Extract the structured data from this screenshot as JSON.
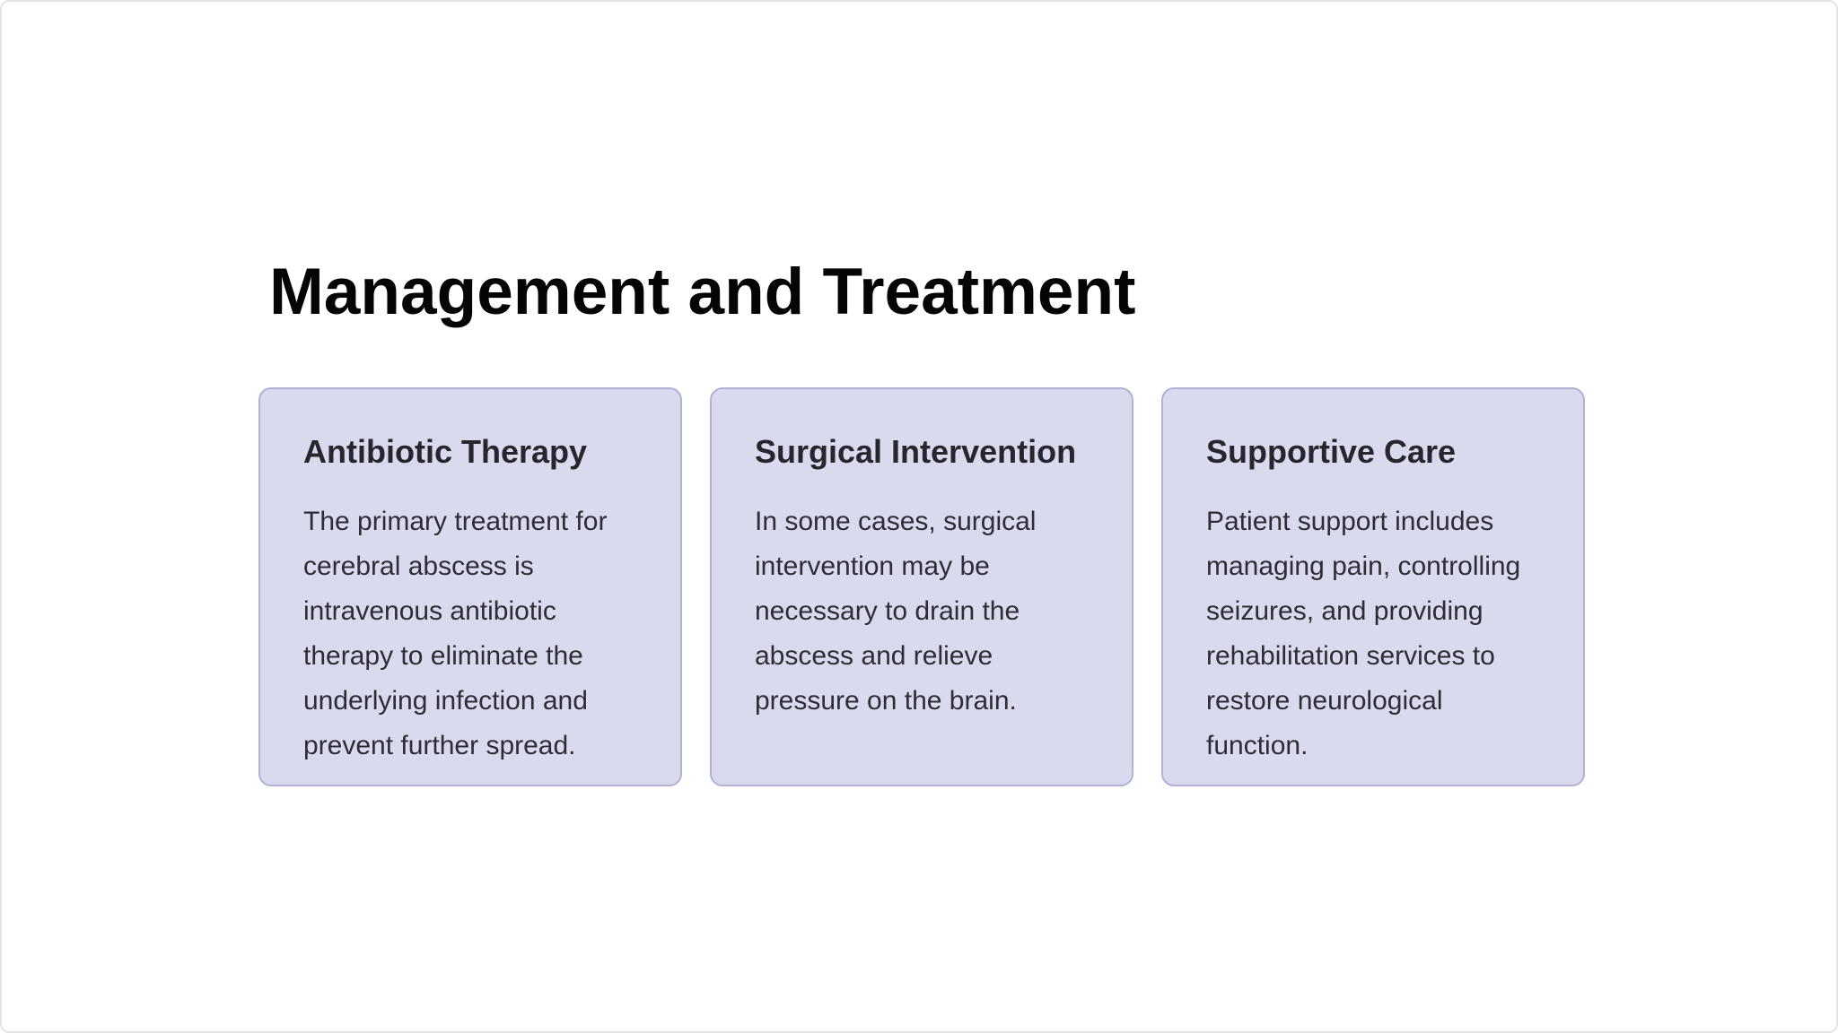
{
  "page": {
    "title": "Management and Treatment",
    "background_color": "#ffffff",
    "frame_border_color": "#e4e4e4"
  },
  "colors": {
    "card_background": "#d9daed",
    "card_border": "#b0b1d5",
    "title_text": "#050505",
    "card_heading_text": "#26262e",
    "card_body_text": "#2d2d37"
  },
  "cards": [
    {
      "heading": "Antibiotic Therapy",
      "body": "The primary treatment for cerebral abscess is intravenous antibiotic therapy to eliminate the underlying infection and prevent further spread."
    },
    {
      "heading": "Surgical Intervention",
      "body": "In some cases, surgical intervention may be necessary to drain the abscess and relieve pressure on the brain."
    },
    {
      "heading": "Supportive Care",
      "body": "Patient support includes managing pain, controlling seizures, and providing rehabilitation services to restore neurological function."
    }
  ]
}
